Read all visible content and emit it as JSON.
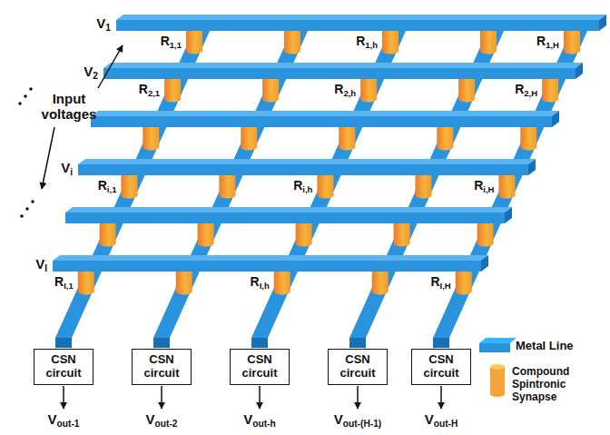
{
  "diagram": {
    "nodes": [
      {
        "text": [
          "CSN circuit"
        ]
      },
      {
        "text": [
          "CSN circuit"
        ]
      },
      {
        "text": [
          "CSN circuit"
        ]
      },
      {
        "text": [
          "CSN circuit"
        ]
      },
      {
        "text": [
          "CSN circuit"
        ]
      }
    ],
    "labels": [
      "V1",
      "R1,1",
      "R1,h",
      "R1,H",
      "V2",
      "R2,1",
      "R2,h",
      "R2,H",
      "Vi",
      "Ri,1",
      "Ri,h",
      "Ri,H",
      "VI",
      "RI,1",
      "RI,h",
      "RI,H",
      "Input voltages",
      "Vout-1",
      "Vout-2",
      "Vout-h",
      "Vout-(H-1)",
      "Vout-H"
    ],
    "legend": [
      {
        "text": "Metal Line",
        "color": "#2a93dd"
      },
      {
        "text": "Compound Spintronic Synapse",
        "color": "#f4a23a"
      }
    ]
  }
}
